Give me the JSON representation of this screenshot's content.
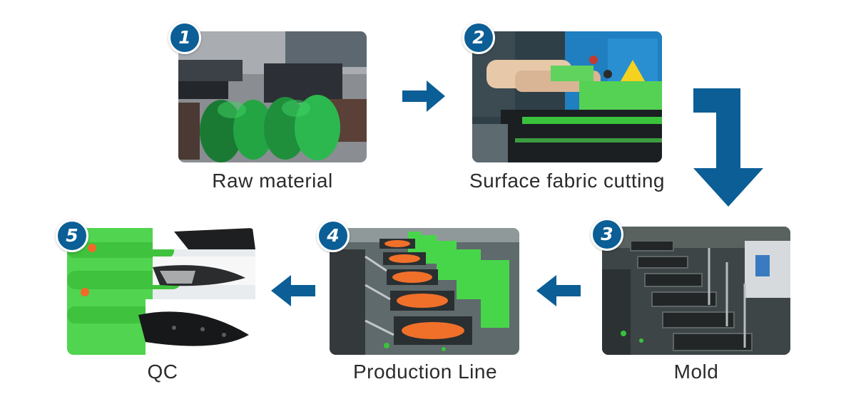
{
  "colors": {
    "accent": "#0b5e96",
    "caption_text": "#2b2b2b",
    "background": "#ffffff"
  },
  "flow_arrow_icon": "arrow-icon",
  "steps": [
    {
      "number": "1",
      "caption": "Raw material"
    },
    {
      "number": "2",
      "caption": "Surface fabric cutting"
    },
    {
      "number": "3",
      "caption": "Mold"
    },
    {
      "number": "4",
      "caption": "Production Line"
    },
    {
      "number": "5",
      "caption": "QC"
    }
  ]
}
